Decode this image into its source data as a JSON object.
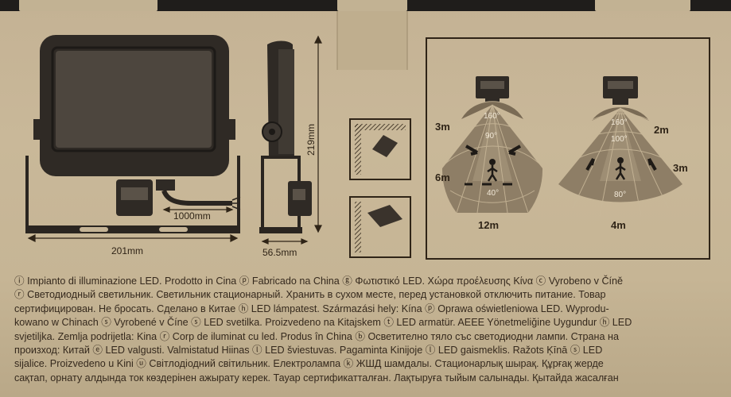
{
  "diagram": {
    "dim_width": "201mm",
    "dim_height": "219mm",
    "dim_depth": "56.5mm",
    "dim_cable": "1000mm"
  },
  "sensor": {
    "left": {
      "angle_top": "160°",
      "angle_mid": "90°",
      "angle_bottom": "40°",
      "dist_top": "3m",
      "dist_mid": "6m",
      "dist_bottom": "12m"
    },
    "right": {
      "angle_top": "160°",
      "angle_mid": "100°",
      "angle_bottom": "80°",
      "dist_top": "2m",
      "dist_mid": "3m",
      "dist_bottom": "4m"
    }
  },
  "lines": [
    "ⓘ Impianto di illuminazione LED. Prodotto in Cina ⓟ Fabricado na China ⓖ Φωτιστικό LED. Χώρα προέλευσης Κίνα ⓒ Vyrobeno v Číně",
    "ⓡ Светодиодный светильник. Светильник стационарный. Хранить в сухом месте, перед установкой отключить питание. Товар",
    "сертифицирован. Не бросать. Сделано в Китае ⓗ LED lámpatest. Származási hely: Kína ⓟ Oprawa oświetleniowa LED. Wyprodu-",
    "kowano w Chinach ⓢ Vyrobené v Číne ⓢ LED svetilka. Proizvedeno na Kitajskem ⓣ LED armatür. AEEE Yönetmeliğine Uygundur ⓗ LED",
    "svjetiljka. Zemlja podrijetla: Kina ⓡ Corp de iluminat cu led. Produs în China ⓑ Осветително тяло със светодиодни лампи. Страна на",
    "произход: Китай ⓔ LED valgusti. Valmistatud Hiinas ⓛ LED šviestuvas. Pagaminta Kinijoje ⓛ LED gaismeklis. Ražots Ķīnā ⓢ LED",
    "sijalice. Proizvedeno u Kini ⓤ Світлодіодний світильник. Електролампа ⓚ ЖШД шамдалы. Стационарлық шырақ. Құрғақ жерде",
    "сақтап, орнату алдында ток көздерінен ажырату керек. Тауар сертификатталған. Лақтыруға тыйым салынады. Қытайда жасалған"
  ]
}
